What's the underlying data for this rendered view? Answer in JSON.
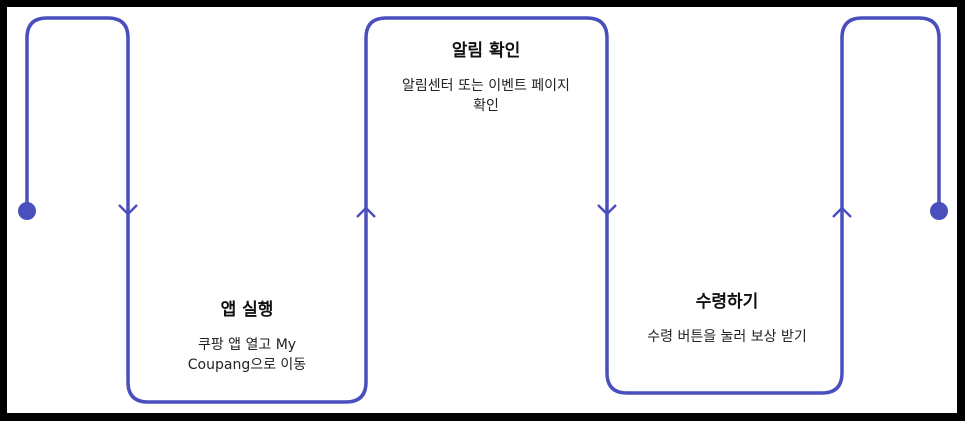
{
  "colors": {
    "line": "#4a4fbe",
    "frame": "#000000",
    "canvas": "#ffffff"
  },
  "steps": [
    {
      "title": "앱 실행",
      "description": "쿠팡 앱 열고 My Coupang으로 이동"
    },
    {
      "title": "알림 확인",
      "description": "알림센터 또는 이벤트 페이지 확인"
    },
    {
      "title": "수령하기",
      "description": "수령 버튼을 눌러 보상 받기"
    }
  ]
}
